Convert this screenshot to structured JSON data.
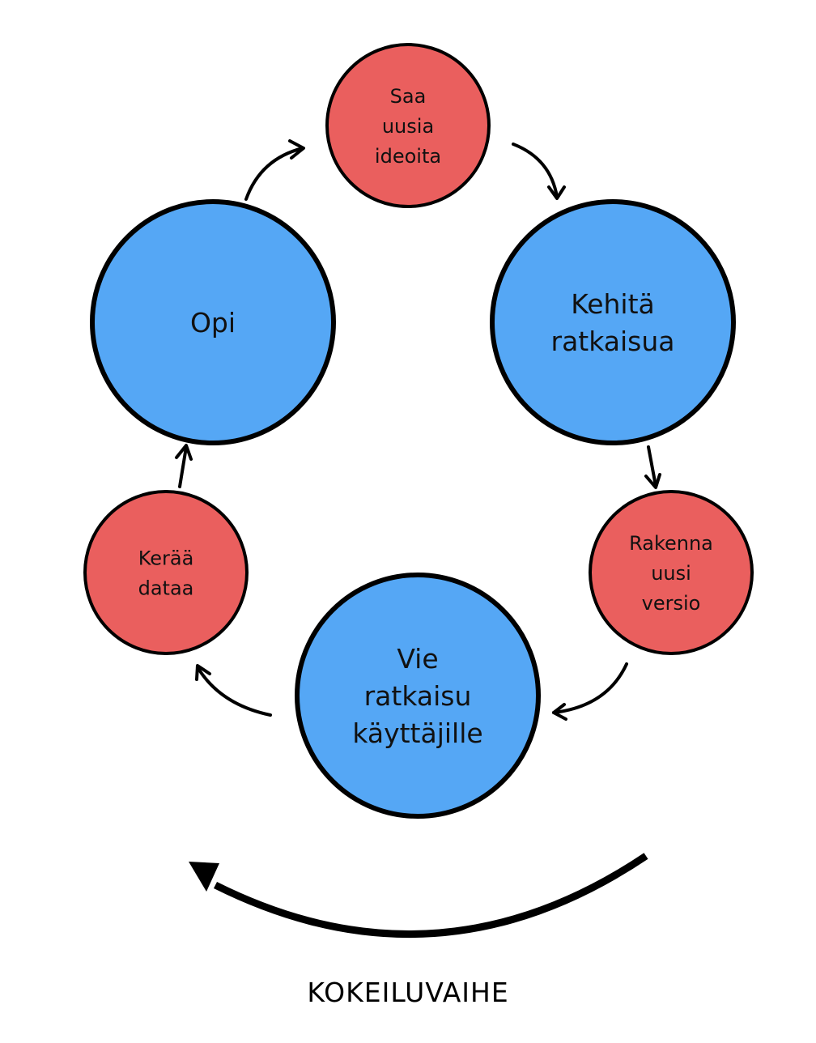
{
  "diagram": {
    "colors": {
      "idea_node": "#EA5F5E",
      "phase_node": "#55A7F5",
      "stroke": "#000000"
    },
    "nodes": [
      {
        "id": "saa-uusia-ideoita",
        "kind": "small",
        "lines": [
          "Saa",
          "uusia",
          "ideoita"
        ]
      },
      {
        "id": "kehita-ratkaisua",
        "kind": "big",
        "lines": [
          "Kehitä",
          "ratkaisua"
        ]
      },
      {
        "id": "rakenna-uusi-versio",
        "kind": "small",
        "lines": [
          "Rakenna",
          "uusi",
          "versio"
        ]
      },
      {
        "id": "vie-ratkaisu-kayttajille",
        "kind": "big",
        "lines": [
          "Vie",
          "ratkaisu",
          "käyttäjille"
        ]
      },
      {
        "id": "keraa-dataa",
        "kind": "small",
        "lines": [
          "Kerää",
          "dataa"
        ]
      },
      {
        "id": "opi",
        "kind": "big",
        "lines": [
          "Opi"
        ]
      }
    ],
    "cycle_order": [
      "saa-uusia-ideoita",
      "kehita-ratkaisua",
      "rakenna-uusi-versio",
      "vie-ratkaisu-kayttajille",
      "keraa-dataa",
      "opi"
    ],
    "phase_label": "KOKEILUVAIHE"
  }
}
